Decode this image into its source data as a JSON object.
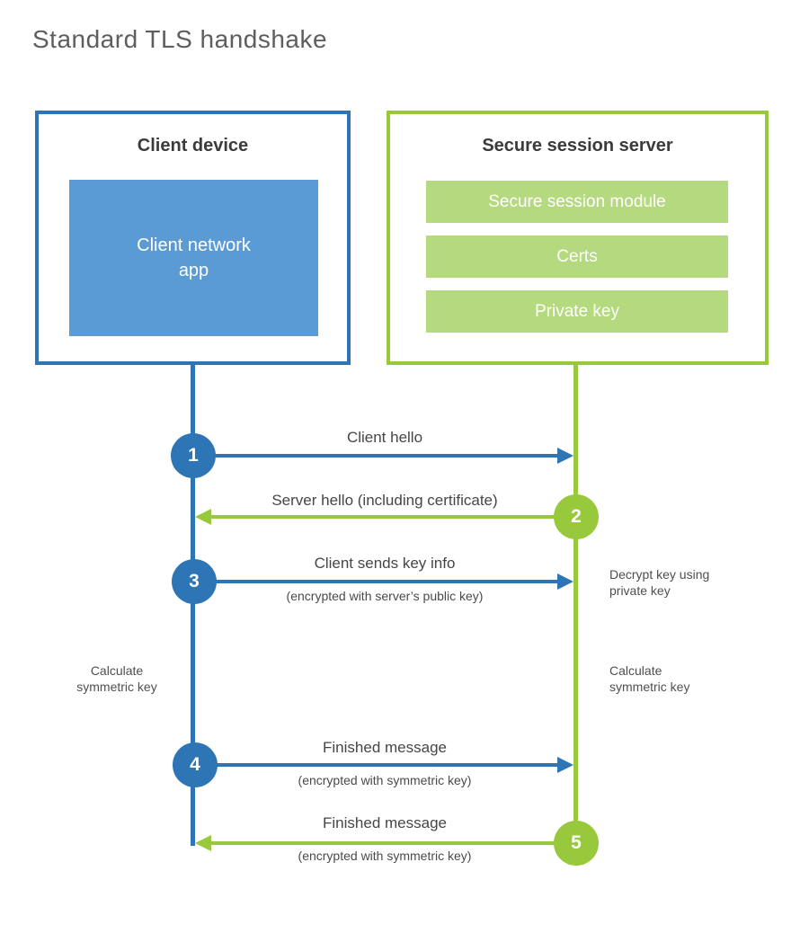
{
  "title": "Standard TLS handshake",
  "colors": {
    "client_blue": "#2e75b6",
    "client_blue_fill": "#5b9bd5",
    "server_green": "#98c93c",
    "server_green_fill": "#b5d97f"
  },
  "client_box": {
    "title": "Client device",
    "app_label": "Client network\napp"
  },
  "server_box": {
    "title": "Secure session server",
    "modules": [
      "Secure session module",
      "Certs",
      "Private key"
    ]
  },
  "messages": [
    {
      "num": "1",
      "from": "client",
      "to": "server",
      "label": "Client hello",
      "sublabel": ""
    },
    {
      "num": "2",
      "from": "server",
      "to": "client",
      "label": "Server hello (including certificate)",
      "sublabel": ""
    },
    {
      "num": "3",
      "from": "client",
      "to": "server",
      "label": "Client sends key info",
      "sublabel": "(encrypted with server’s public key)"
    },
    {
      "num": "4",
      "from": "client",
      "to": "server",
      "label": "Finished message",
      "sublabel": "(encrypted with symmetric key)"
    },
    {
      "num": "5",
      "from": "server",
      "to": "client",
      "label": "Finished message",
      "sublabel": "(encrypted with symmetric key)"
    }
  ],
  "notes": {
    "decrypt": "Decrypt key using\nprivate key",
    "calc_left": "Calculate\nsymmetric key",
    "calc_right": "Calculate\nsymmetric key"
  }
}
